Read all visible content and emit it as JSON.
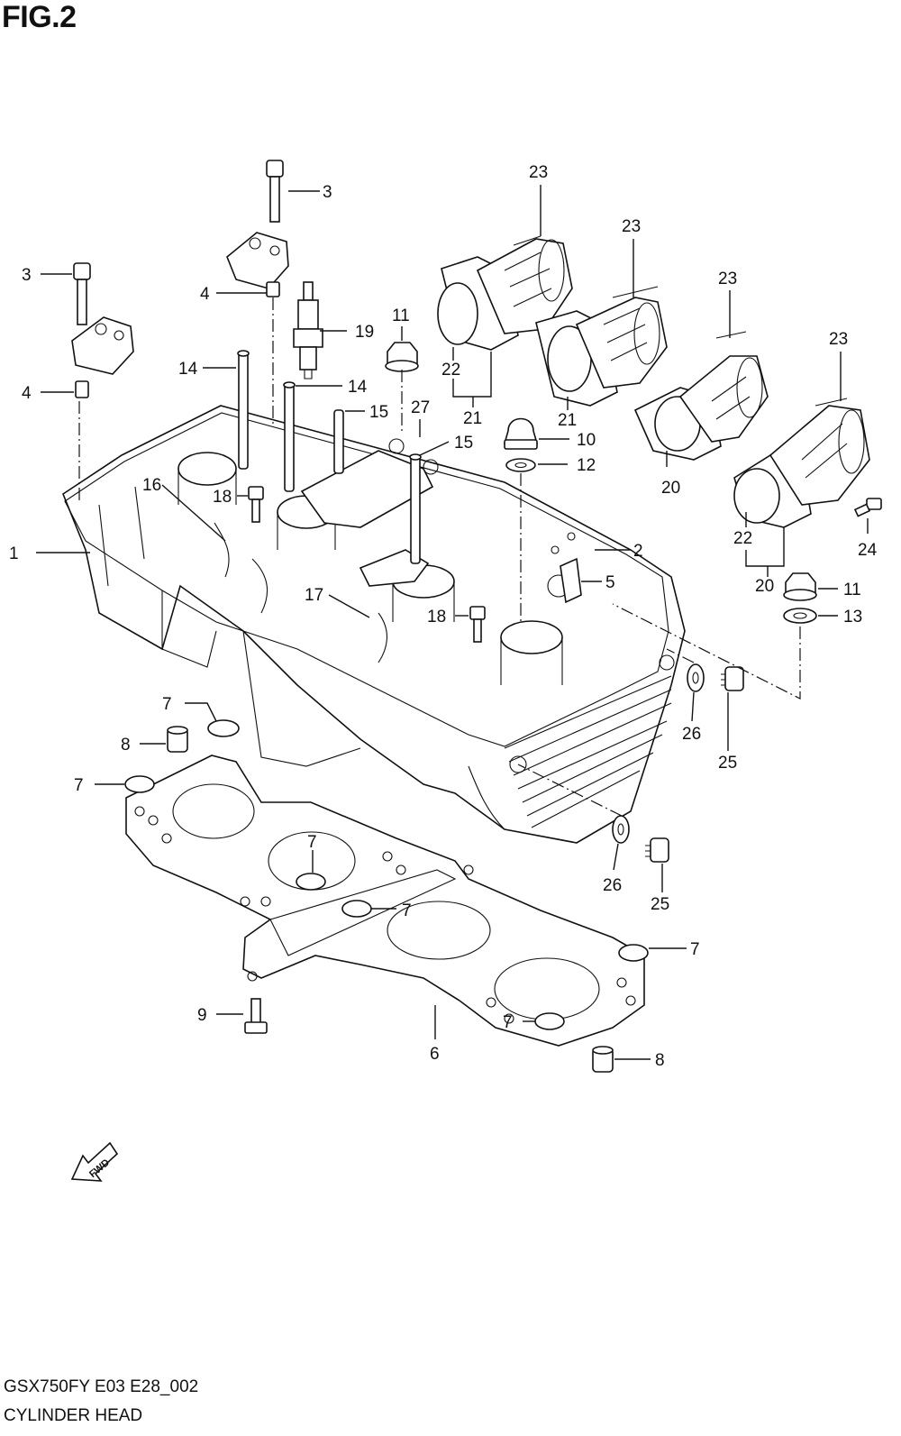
{
  "figure": {
    "title": "FIG.2",
    "model_code": "GSX750FY E03 E28_002",
    "part_name": "CYLINDER HEAD",
    "fwd_label": "FWD"
  },
  "callouts": [
    {
      "id": "c1",
      "label": "1"
    },
    {
      "id": "c2",
      "label": "2"
    },
    {
      "id": "c3a",
      "label": "3"
    },
    {
      "id": "c3b",
      "label": "3"
    },
    {
      "id": "c4a",
      "label": "4"
    },
    {
      "id": "c4b",
      "label": "4"
    },
    {
      "id": "c5",
      "label": "5"
    },
    {
      "id": "c6",
      "label": "6"
    },
    {
      "id": "c7a",
      "label": "7"
    },
    {
      "id": "c7b",
      "label": "7"
    },
    {
      "id": "c7c",
      "label": "7"
    },
    {
      "id": "c7d",
      "label": "7"
    },
    {
      "id": "c7e",
      "label": "7"
    },
    {
      "id": "c7f",
      "label": "7"
    },
    {
      "id": "c8a",
      "label": "8"
    },
    {
      "id": "c8b",
      "label": "8"
    },
    {
      "id": "c9",
      "label": "9"
    },
    {
      "id": "c10",
      "label": "10"
    },
    {
      "id": "c11a",
      "label": "11"
    },
    {
      "id": "c11b",
      "label": "11"
    },
    {
      "id": "c12",
      "label": "12"
    },
    {
      "id": "c13",
      "label": "13"
    },
    {
      "id": "c14a",
      "label": "14"
    },
    {
      "id": "c14b",
      "label": "14"
    },
    {
      "id": "c15a",
      "label": "15"
    },
    {
      "id": "c15b",
      "label": "15"
    },
    {
      "id": "c16",
      "label": "16"
    },
    {
      "id": "c17",
      "label": "17"
    },
    {
      "id": "c18a",
      "label": "18"
    },
    {
      "id": "c18b",
      "label": "18"
    },
    {
      "id": "c19",
      "label": "19"
    },
    {
      "id": "c20a",
      "label": "20"
    },
    {
      "id": "c20b",
      "label": "20"
    },
    {
      "id": "c21a",
      "label": "21"
    },
    {
      "id": "c21b",
      "label": "21"
    },
    {
      "id": "c22a",
      "label": "22"
    },
    {
      "id": "c22b",
      "label": "22"
    },
    {
      "id": "c23a",
      "label": "23"
    },
    {
      "id": "c23b",
      "label": "23"
    },
    {
      "id": "c23c",
      "label": "23"
    },
    {
      "id": "c23d",
      "label": "23"
    },
    {
      "id": "c24",
      "label": "24"
    },
    {
      "id": "c25a",
      "label": "25"
    },
    {
      "id": "c25b",
      "label": "25"
    },
    {
      "id": "c26a",
      "label": "26"
    },
    {
      "id": "c26b",
      "label": "26"
    },
    {
      "id": "c27",
      "label": "27"
    }
  ]
}
